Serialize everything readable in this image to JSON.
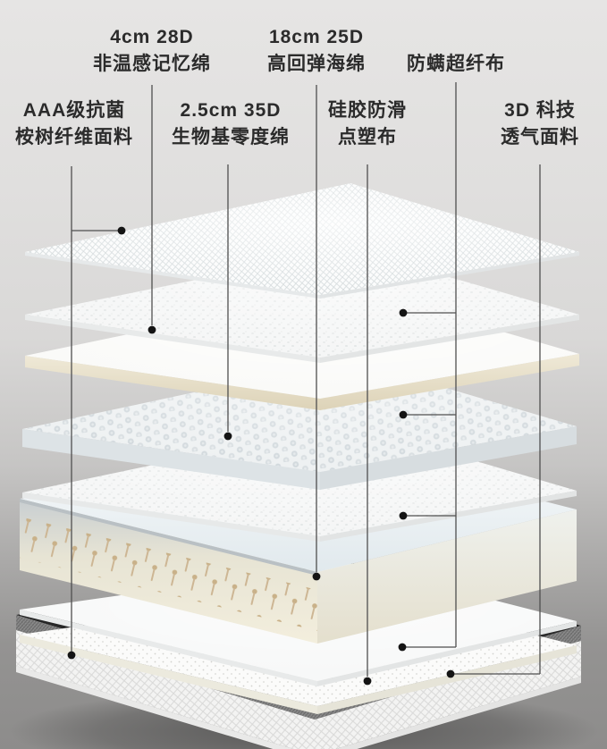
{
  "labels": {
    "memory_foam": {
      "line1": "4cm 28D",
      "line2": "非温感记忆绵"
    },
    "resilience_foam": {
      "line1": "18cm 25D",
      "line2": "高回弹海绵"
    },
    "antimite_fabric": {
      "line1": "防螨超纤布",
      "line2": ""
    },
    "eucalyptus": {
      "line1": "AAA级抗菌",
      "line2": "桉树纤维面料"
    },
    "zero_foam": {
      "line1": "2.5cm 35D",
      "line2": "生物基零度绵"
    },
    "silicone_grip": {
      "line1": "硅胶防滑",
      "line2": "点塑布"
    },
    "mesh_3d": {
      "line1": "3D 科技",
      "line2": "透气面料"
    }
  },
  "colors": {
    "text": "#2b2b2b",
    "leader_line": "#4f4f4f",
    "dot": "#141414",
    "background_top": "#e6e5e4",
    "background_bottom": "#8d8c8b",
    "foam_cream": "#ece5d0",
    "pin_tan": "#c9b189",
    "base_top": "#1c1c1c"
  }
}
